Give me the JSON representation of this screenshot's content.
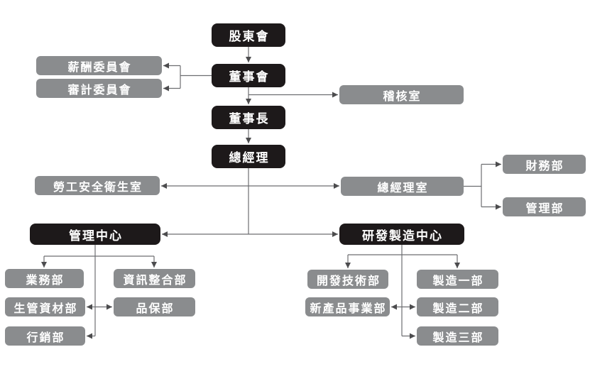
{
  "chart": {
    "type": "org-chart",
    "styles": {
      "primary_box_color": "#1d191a",
      "secondary_box_color": "#8a8c8e",
      "connector_color": "#6d6e71",
      "arrow_color": "#4c4c4e",
      "label_color": "#ffffff",
      "background": "#ffffff"
    },
    "nodes": {
      "shareholders_meeting": {
        "label": "股東會",
        "level": "primary"
      },
      "board_of_directors": {
        "label": "董事會",
        "level": "primary"
      },
      "compensation_committee": {
        "label": "薪酬委員會",
        "level": "secondary"
      },
      "audit_committee": {
        "label": "審計委員會",
        "level": "secondary"
      },
      "audit_office": {
        "label": "稽核室",
        "level": "secondary"
      },
      "chairman": {
        "label": "董事長",
        "level": "primary"
      },
      "general_manager": {
        "label": "總經理",
        "level": "primary"
      },
      "labor_safety_office": {
        "label": "勞工安全衛生室",
        "level": "secondary"
      },
      "gm_office": {
        "label": "總經理室",
        "level": "secondary"
      },
      "finance_dept": {
        "label": "財務部",
        "level": "secondary"
      },
      "admin_dept": {
        "label": "管理部",
        "level": "secondary"
      },
      "management_center": {
        "label": "管理中心",
        "level": "primary"
      },
      "rd_mfg_center": {
        "label": "研發製造中心",
        "level": "primary"
      },
      "sales_dept": {
        "label": "業務部",
        "level": "secondary"
      },
      "info_integration_dept": {
        "label": "資訊整合部",
        "level": "secondary"
      },
      "production_materials_dept": {
        "label": "生管資材部",
        "level": "secondary"
      },
      "qa_dept": {
        "label": "品保部",
        "level": "secondary"
      },
      "marketing_dept": {
        "label": "行銷部",
        "level": "secondary"
      },
      "dev_tech_dept": {
        "label": "開發技術部",
        "level": "secondary"
      },
      "new_product_dept": {
        "label": "新產品事業部",
        "level": "secondary"
      },
      "mfg_dept_1": {
        "label": "製造一部",
        "level": "secondary"
      },
      "mfg_dept_2": {
        "label": "製造二部",
        "level": "secondary"
      },
      "mfg_dept_3": {
        "label": "製造三部",
        "level": "secondary"
      }
    },
    "edges": [
      {
        "from": "shareholders_meeting",
        "to": "board_of_directors"
      },
      {
        "from": "board_of_directors",
        "to": "compensation_committee"
      },
      {
        "from": "board_of_directors",
        "to": "audit_committee"
      },
      {
        "from": "board_of_directors",
        "to": "audit_office"
      },
      {
        "from": "board_of_directors",
        "to": "chairman"
      },
      {
        "from": "chairman",
        "to": "general_manager"
      },
      {
        "from": "general_manager",
        "to": "labor_safety_office"
      },
      {
        "from": "general_manager",
        "to": "gm_office"
      },
      {
        "from": "gm_office",
        "to": "finance_dept"
      },
      {
        "from": "gm_office",
        "to": "admin_dept"
      },
      {
        "from": "general_manager",
        "to": "management_center"
      },
      {
        "from": "general_manager",
        "to": "rd_mfg_center"
      },
      {
        "from": "management_center",
        "to": "sales_dept"
      },
      {
        "from": "management_center",
        "to": "info_integration_dept"
      },
      {
        "from": "management_center",
        "to": "production_materials_dept"
      },
      {
        "from": "management_center",
        "to": "qa_dept"
      },
      {
        "from": "management_center",
        "to": "marketing_dept"
      },
      {
        "from": "rd_mfg_center",
        "to": "dev_tech_dept"
      },
      {
        "from": "rd_mfg_center",
        "to": "new_product_dept"
      },
      {
        "from": "rd_mfg_center",
        "to": "mfg_dept_1"
      },
      {
        "from": "rd_mfg_center",
        "to": "mfg_dept_2"
      },
      {
        "from": "rd_mfg_center",
        "to": "mfg_dept_3"
      }
    ]
  }
}
